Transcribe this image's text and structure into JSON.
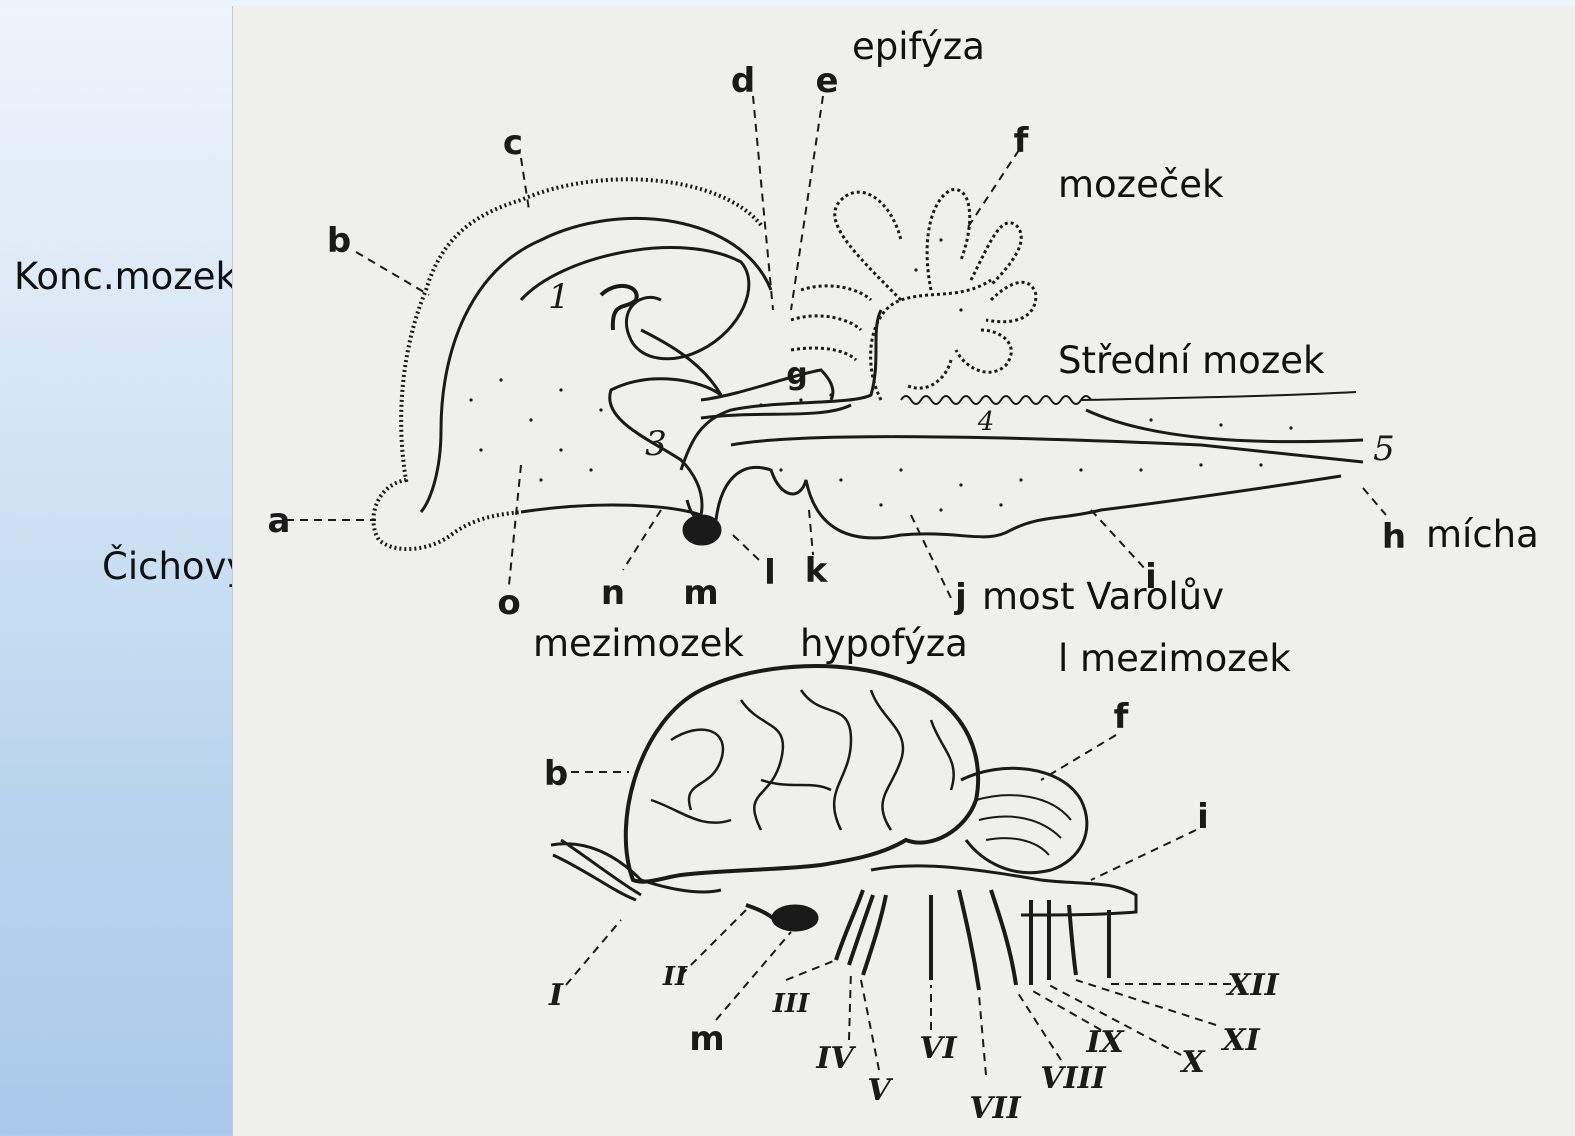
{
  "labels": {
    "konc_mozek": "Konc.mozek",
    "cichovy_lalok": "Čichový lalok",
    "epifyza": "epifýza",
    "mozecek": "mozeček",
    "stredni_mozek": "Střední mozek",
    "micha": "mícha",
    "most_varoluv": "most Varolův",
    "mezimozek": "mezimozek",
    "hypofyza": "hypofýza",
    "l_mezimozek": "l mezimozek"
  },
  "sagittal_letters": {
    "a": "a",
    "b": "b",
    "c": "c",
    "d": "d",
    "e": "e",
    "f": "f",
    "g": "g",
    "h": "h",
    "i": "i",
    "j": "j",
    "k": "k",
    "l": "l",
    "m": "m",
    "n": "n",
    "o": "o"
  },
  "sagittal_numbers": {
    "n1": "1",
    "n3": "3",
    "n4": "4",
    "n5": "5"
  },
  "lateral_letters": {
    "b": "b",
    "f": "f",
    "i": "i",
    "m": "m"
  },
  "cranial_nerves": {
    "I": "I",
    "II": "II",
    "III": "III",
    "IV": "IV",
    "V": "V",
    "VI": "VI",
    "VII": "VII",
    "VIII": "VIII",
    "IX": "IX",
    "X": "X",
    "XI": "XI",
    "XII": "XII"
  },
  "colors": {
    "ink": "#1a1a1a",
    "paper": "#efefed",
    "background_top": "#eef4fb",
    "background_bottom": "#a9c8e9"
  }
}
